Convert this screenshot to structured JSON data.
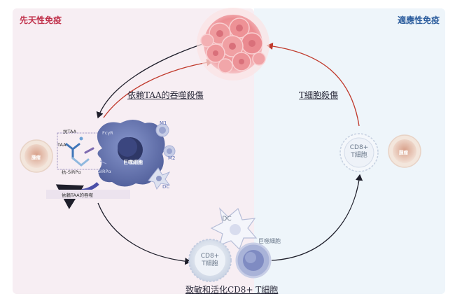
{
  "sections": {
    "innate": "先天性免疫",
    "adaptive": "適應性免疫"
  },
  "arcs": {
    "phagocytosis_killing": "依賴TAA的吞噬殺傷",
    "t_cell_killing": "T細胞殺傷",
    "activation": "致敏和活化CD8+ T細胞"
  },
  "labels": {
    "tumor_left": "腫瘤",
    "tumor_right": "腫瘤",
    "taa": "TAA",
    "anti_taa": "抗TAA",
    "anti_sirpa": "抗-SIRPα",
    "fcgr": "FcγR",
    "sirpa": "SIRPα",
    "macrophage_inner": "巨噬細胞",
    "m1": "M1",
    "m2": "M2",
    "dc_small": "DC",
    "taa_phago_banner": "依賴TAA的吞噬",
    "t_cell_right_line1": "CD8+",
    "t_cell_right_line2": "T細胞",
    "t_cell_bottom_line1": "CD8+",
    "t_cell_bottom_line2": "T細胞",
    "dc_bottom": "DC",
    "macrophage_bottom": "巨噬細胞"
  },
  "colors": {
    "innate_panel": "#f7eef3",
    "adaptive_panel": "#eef5fa",
    "innate_title": "#c0304a",
    "adaptive_title": "#2d5e9e",
    "red_arrow": "#c0392b",
    "dark_arrow": "#1e1e2a",
    "macrophage": "#6a78b5",
    "tumor_cluster": "#f2a3a6"
  },
  "icons": {
    "tumor_cluster": "tumor-cell-cluster-icon",
    "macrophage": "macrophage-cell-icon",
    "antibody": "antibody-icon",
    "dendritic": "dendritic-cell-icon",
    "t_cell": "t-cell-icon"
  }
}
